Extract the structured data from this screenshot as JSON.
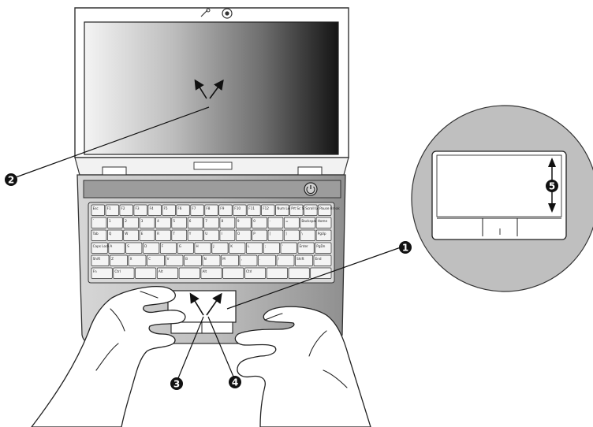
{
  "callouts": [
    {
      "id": "1",
      "label": "1"
    },
    {
      "id": "2",
      "label": "2"
    },
    {
      "id": "3",
      "label": "3"
    },
    {
      "id": "4",
      "label": "4"
    },
    {
      "id": "5",
      "label": "5"
    }
  ],
  "keyboard": {
    "rows": [
      [
        "Esc",
        "F1",
        "F2",
        "F3",
        "F4",
        "F5",
        "F6",
        "F7",
        "F8",
        "F9",
        "F10",
        "F11",
        "F12",
        "Num Lock",
        "Prt Sc SysRq",
        "Scroll Lock",
        "Pause Break"
      ],
      [
        "`",
        "1",
        "2",
        "3",
        "4",
        "5",
        "6",
        "7",
        "8",
        "9",
        "0",
        "-",
        "=",
        "Backspace",
        "Home"
      ],
      [
        "Tab",
        "Q",
        "W",
        "E",
        "R",
        "T",
        "Y",
        "U",
        "I",
        "O",
        "P",
        "[",
        "]",
        "\\",
        "PgUp"
      ],
      [
        "Caps Lock",
        "A",
        "S",
        "D",
        "F",
        "G",
        "H",
        "J",
        "K",
        "L",
        ";",
        "'",
        "Enter",
        "PgDn"
      ],
      [
        "Shift",
        "Z",
        "X",
        "C",
        "V",
        "B",
        "N",
        "M",
        ",",
        ".",
        "/",
        "Shift",
        "End"
      ],
      [
        "Fn",
        "Ctrl",
        "",
        "Alt",
        "",
        "Alt",
        "",
        "Ctrl",
        "",
        "",
        ""
      ]
    ]
  },
  "colors": {
    "screen_light": "#f2f2f2",
    "screen_dark": "#1a1a1a",
    "bezel": "#ffffff",
    "deck": "#bdbdbd",
    "zoom_circle": "#bfbfbf",
    "callout_fill": "#111111"
  }
}
